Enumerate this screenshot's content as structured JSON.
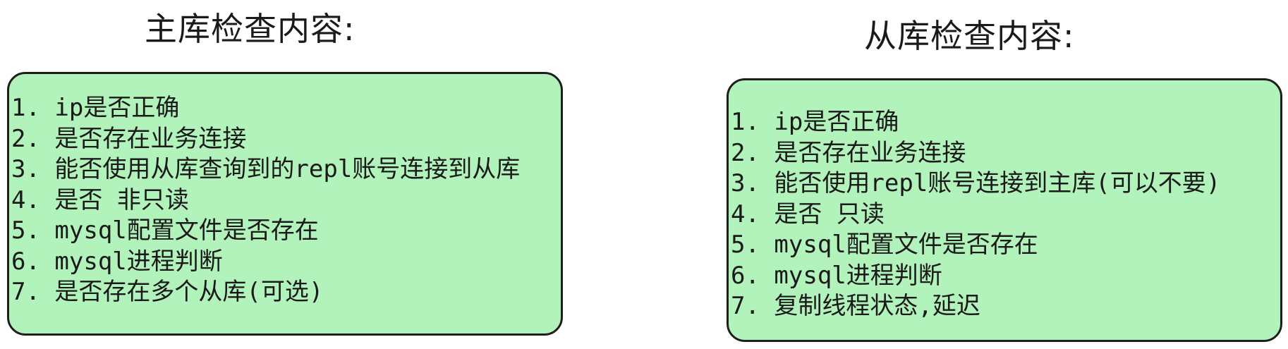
{
  "primary_panel": {
    "title": "主库检查内容:",
    "items": [
      "1. ip是否正确",
      "2. 是否存在业务连接",
      "3. 能否使用从库查询到的repl账号连接到从库",
      "4. 是否 非只读",
      "5. mysql配置文件是否存在",
      "6. mysql进程判断",
      "7. 是否存在多个从库(可选)"
    ]
  },
  "replica_panel": {
    "title": "从库检查内容:",
    "items": [
      "1. ip是否正确",
      "2. 是否存在业务连接",
      "3. 能否使用repl账号连接到主库(可以不要)",
      "4. 是否 只读",
      "5. mysql配置文件是否存在",
      "6. mysql进程判断",
      "7. 复制线程状态,延迟"
    ]
  },
  "colors": {
    "box_fill": "#b2f2bb",
    "box_border": "#1e1e1e",
    "text": "#1a1a1a"
  }
}
